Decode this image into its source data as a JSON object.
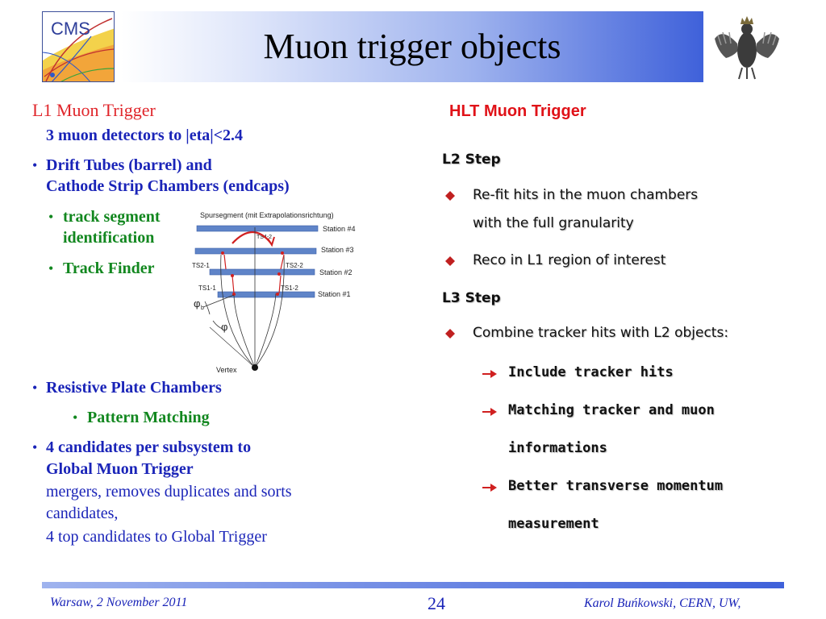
{
  "header": {
    "title": "Muon trigger objects",
    "logo_text": "CMS"
  },
  "left": {
    "l1_title": "L1 Muon Trigger",
    "subtitle": "3 muon detectors to |eta|<2.4",
    "dt_line1": "Drift Tubes (barrel) and",
    "dt_line2": "Cathode Strip Chambers (endcaps)",
    "sub1_line1": "track segment",
    "sub1_line2": "identification",
    "sub2": "Track Finder",
    "rpc": "Resistive Plate Chambers",
    "rpc_sub": "Pattern Matching",
    "cand_line1": "4 candidates per subsystem to",
    "cand_line2": "Global Muon Trigger",
    "cand_line3": "mergers, removes duplicates and sorts",
    "cand_line4": "candidates,",
    "cand_line5": "4 top candidates to Global Trigger",
    "bullet_glyph": "•"
  },
  "diagram": {
    "caption": "Spursegment (mit Extrapolationsrichtung)",
    "stations": [
      "Station #4",
      "Station #3",
      "Station #2",
      "Station #1"
    ],
    "labels": {
      "ts4": "TS4-2",
      "ts21": "TS2-1",
      "ts22": "TS2-2",
      "ts11": "TS1-1",
      "ts12": "TS1-2",
      "phib": "φ",
      "phib_sub": "b",
      "phi": "φ",
      "vertex": "Vertex"
    }
  },
  "right": {
    "hlt_title": "HLT Muon Trigger",
    "l2_head": "L2 Step",
    "l2_item1_line1": "Re-fit hits in the muon chambers",
    "l2_item1_line2": "with the full granularity",
    "l2_item2": "Reco in L1 region of interest",
    "l3_head": "L3 Step",
    "l3_item1": "Combine tracker hits with L2 objects:",
    "l3_sub1": "Include tracker hits",
    "l3_sub2_line1": "Matching tracker and muon",
    "l3_sub2_line2": "informations",
    "l3_sub3_line1": "Better transverse momentum",
    "l3_sub3_line2": "measurement"
  },
  "footer": {
    "left": "Warsaw, 2 November 2011",
    "page": "24",
    "right": "Karol Buńkowski, CERN, UW,"
  },
  "colors": {
    "red": "#e0262b",
    "blue": "#1a24b8",
    "green": "#12871f"
  }
}
